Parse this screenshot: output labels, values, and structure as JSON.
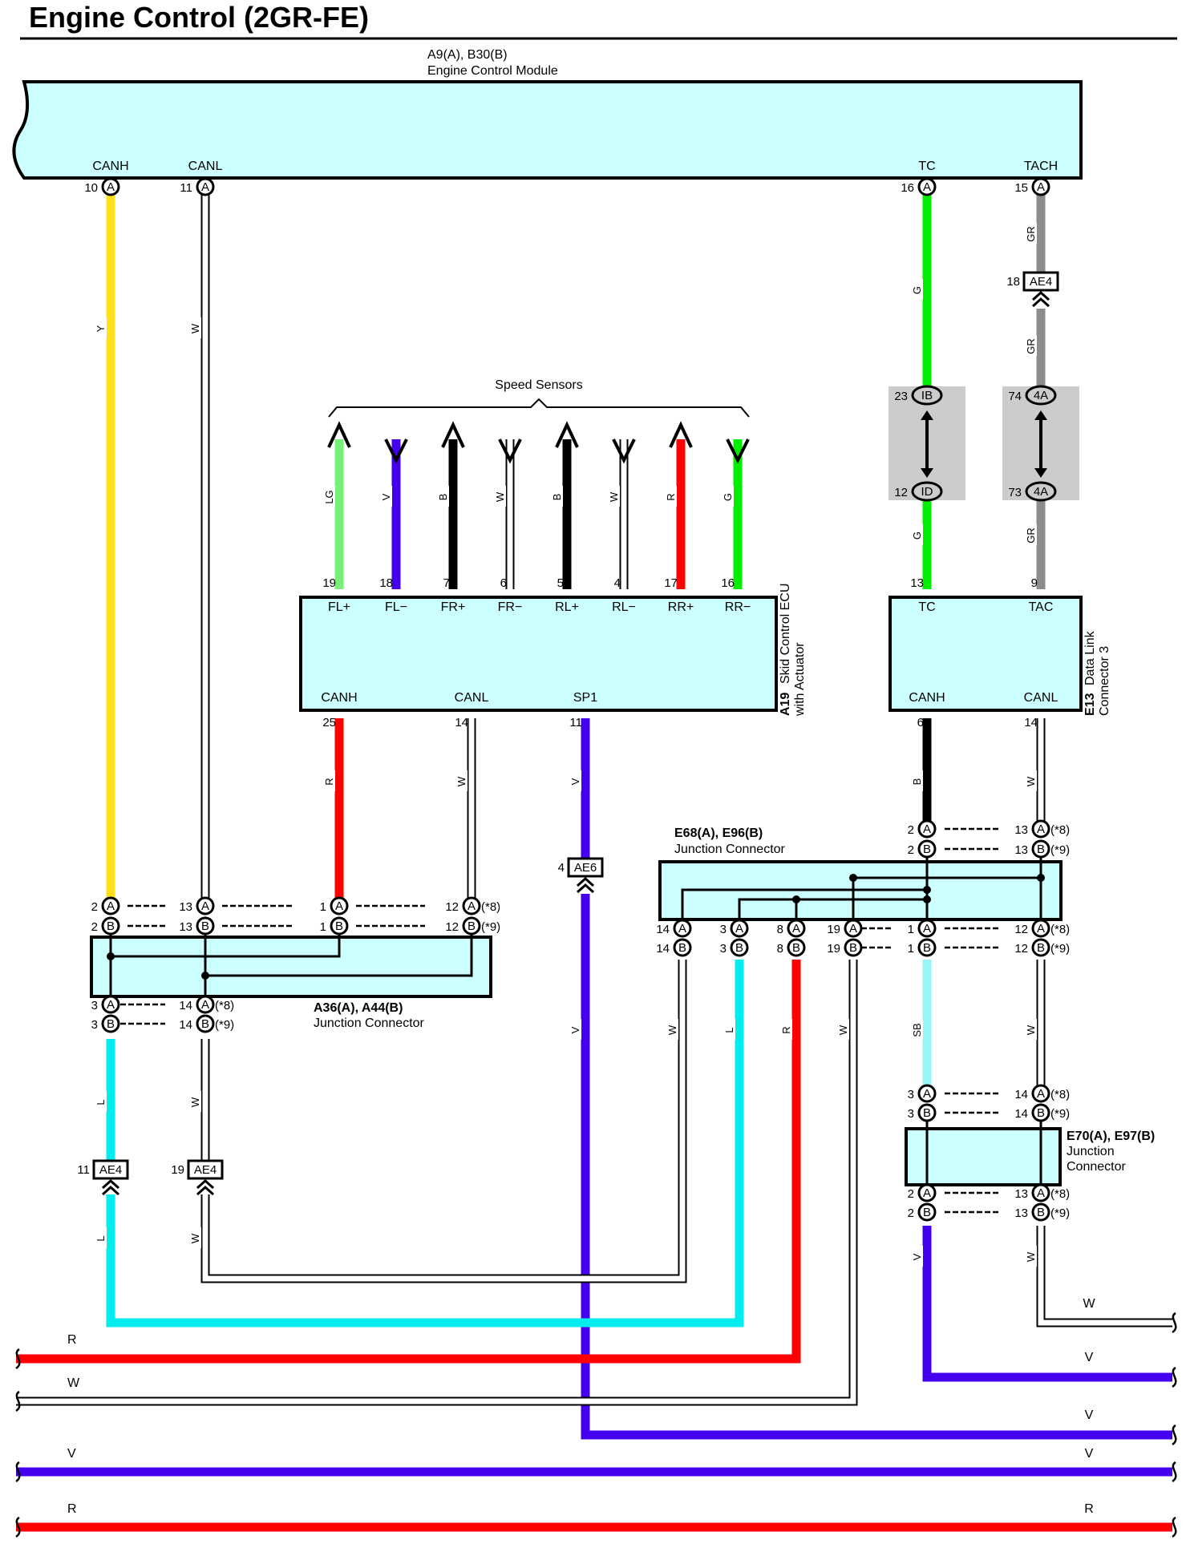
{
  "title": "Engine Control (2GR-FE)",
  "colors": {
    "Y": "#ffe01a",
    "W": "#ffffff",
    "G": "#00ee00",
    "GR": "#8c8c8c",
    "LG": "#77f077",
    "V": "#4400ee",
    "B": "#000000",
    "R": "#ff0000",
    "L": "#00eeee",
    "SB": "#99f5f5",
    "component_fill": "#ccffff",
    "splice_fill": "#cccccc"
  },
  "components": {
    "ecm": {
      "code": "A9(A), B30(B)",
      "name": "Engine Control Module",
      "pins": [
        {
          "name": "CANH",
          "num": "10",
          "conn": "A"
        },
        {
          "name": "CANL",
          "num": "11",
          "conn": "A"
        },
        {
          "name": "TC",
          "num": "16",
          "conn": "A"
        },
        {
          "name": "TACH",
          "num": "15",
          "conn": "A"
        }
      ]
    },
    "skid_ecu": {
      "code": "A19",
      "name_lines": [
        "Skid Control ECU",
        "with Actuator"
      ],
      "top_pins": [
        {
          "name": "FL+",
          "num": "19"
        },
        {
          "name": "FL−",
          "num": "18"
        },
        {
          "name": "FR+",
          "num": "7"
        },
        {
          "name": "FR−",
          "num": "6"
        },
        {
          "name": "RL+",
          "num": "5"
        },
        {
          "name": "RL−",
          "num": "4"
        },
        {
          "name": "RR+",
          "num": "17"
        },
        {
          "name": "RR−",
          "num": "16"
        }
      ],
      "bottom_pins": [
        {
          "name": "CANH",
          "num": "25"
        },
        {
          "name": "CANL",
          "num": "14"
        },
        {
          "name": "SP1",
          "num": "11"
        }
      ]
    },
    "speed_sensors": {
      "label": "Speed Sensors",
      "wires": [
        "LG",
        "V",
        "B",
        "W",
        "B",
        "W",
        "R",
        "G"
      ]
    },
    "dlc3": {
      "code": "E13",
      "name_lines": [
        "Data Link",
        "Connector 3"
      ],
      "pins": [
        {
          "name": "TC",
          "num": "13"
        },
        {
          "name": "TAC",
          "num": "9"
        },
        {
          "name": "CANH",
          "num": "6"
        },
        {
          "name": "CANL",
          "num": "14"
        }
      ]
    },
    "jc1": {
      "code": "A36(A), A44(B)",
      "name": "Junction Connector"
    },
    "jc2": {
      "code": "E68(A), E96(B)",
      "name": "Junction Connector"
    },
    "jc3": {
      "code": "E70(A), E97(B)",
      "name_lines": [
        "Junction",
        "Connector"
      ]
    }
  },
  "connectors": [
    {
      "code": "AE4",
      "num": "18"
    },
    {
      "code": "AE6",
      "num": "4"
    },
    {
      "code": "AE4",
      "num": "11"
    },
    {
      "code": "AE4",
      "num": "19"
    }
  ],
  "splices": {
    "tc": {
      "top": {
        "num": "23",
        "code": "IB"
      },
      "bottom": {
        "num": "12",
        "code": "ID"
      }
    },
    "tach": {
      "top": {
        "num": "74",
        "code": "4A"
      },
      "bottom": {
        "num": "73",
        "code": "4A"
      }
    }
  },
  "wire_colors": {
    "canh": "Y",
    "canl": "W",
    "tc": "G",
    "tach": "GR",
    "skid_canh": "R",
    "skid_canl": "W",
    "sp1": "V",
    "dlc_canh": "B",
    "dlc_canl": "W",
    "jc1_out_a": "L",
    "jc1_out_b": "W",
    "jc2_out": [
      "W",
      "L",
      "R",
      "W"
    ],
    "jc2_to_jc3": "SB",
    "jc3_out": [
      "V",
      "W"
    ],
    "bottom_rows": [
      "W",
      "V",
      "R",
      "W",
      "V",
      "V",
      "R"
    ]
  },
  "notes": {
    "a": "(*8)",
    "b": "(*9)"
  },
  "jc1_pins": {
    "top_a": [
      "2",
      "13",
      "1",
      "12"
    ],
    "top_b": [
      "2",
      "13",
      "1",
      "12"
    ],
    "bot_a": [
      "3",
      "14"
    ],
    "bot_b": [
      "3",
      "14"
    ]
  },
  "jc2_pins": {
    "top_a": [
      "2",
      "13"
    ],
    "top_b": [
      "2",
      "13"
    ],
    "bot_a": [
      "14",
      "3",
      "8",
      "19",
      "1",
      "12"
    ],
    "bot_b": [
      "14",
      "3",
      "8",
      "19",
      "1",
      "12"
    ]
  },
  "jc3_pins": {
    "top_a": [
      "3",
      "14"
    ],
    "top_b": [
      "3",
      "14"
    ],
    "bot_a": [
      "2",
      "13"
    ],
    "bot_b": [
      "2",
      "13"
    ]
  }
}
